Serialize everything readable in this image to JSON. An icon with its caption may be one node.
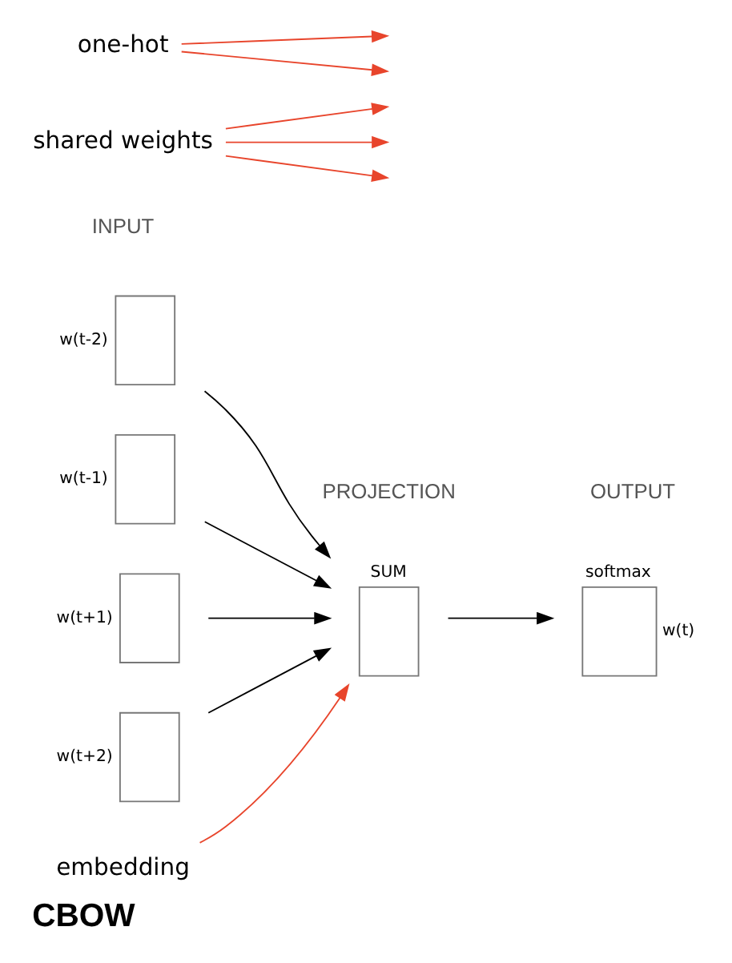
{
  "diagram": {
    "caption": "CBOW",
    "nodes": [
      {
        "text": [],
        "shape": "box",
        "beside": [
          "w(t-2)"
        ]
      },
      {
        "text": [],
        "shape": "box",
        "beside": [
          "w(t-1)"
        ]
      },
      {
        "text": [],
        "shape": "box",
        "beside": [
          "w(t+1)"
        ]
      },
      {
        "text": [],
        "shape": "box",
        "beside": [
          "w(t+2)"
        ]
      },
      {
        "text": [
          "SUM"
        ]
      },
      {
        "text": [],
        "shape": "box",
        "beside": [
          "w(t)",
          "softmax"
        ]
      },
      {
        "text": [
          "shared weights"
        ]
      },
      {
        "text": [
          "one-hot"
        ]
      },
      {
        "text": [
          "embedding"
        ]
      }
    ],
    "edges": [
      {
        "from": 0,
        "to": 4,
        "arrow": "to",
        "color": "#000000"
      },
      {
        "from": 1,
        "to": 4,
        "arrow": "to",
        "color": "#000000"
      },
      {
        "from": 2,
        "to": 4,
        "arrow": "to",
        "color": "#000000"
      },
      {
        "from": 3,
        "to": 4,
        "arrow": "to",
        "color": "#000000"
      },
      {
        "from": 4,
        "to": 5,
        "arrow": "to",
        "color": "#000000"
      },
      {
        "from": 6,
        "to": null,
        "arrow": "to",
        "color": "#e8452c"
      },
      {
        "from": 6,
        "to": null,
        "arrow": "to",
        "color": "#e8452c"
      },
      {
        "from": 6,
        "to": null,
        "arrow": "to",
        "color": "#e8452c"
      },
      {
        "from": 7,
        "to": null,
        "arrow": "to",
        "color": "#e8452c"
      },
      {
        "from": 7,
        "to": null,
        "arrow": "to",
        "color": "#e8452c"
      },
      {
        "from": 8,
        "to": 4,
        "arrow": "to",
        "color": "#e8452c"
      }
    ],
    "labels": [
      "INPUT",
      "PROJECTION",
      "OUTPUT"
    ]
  }
}
